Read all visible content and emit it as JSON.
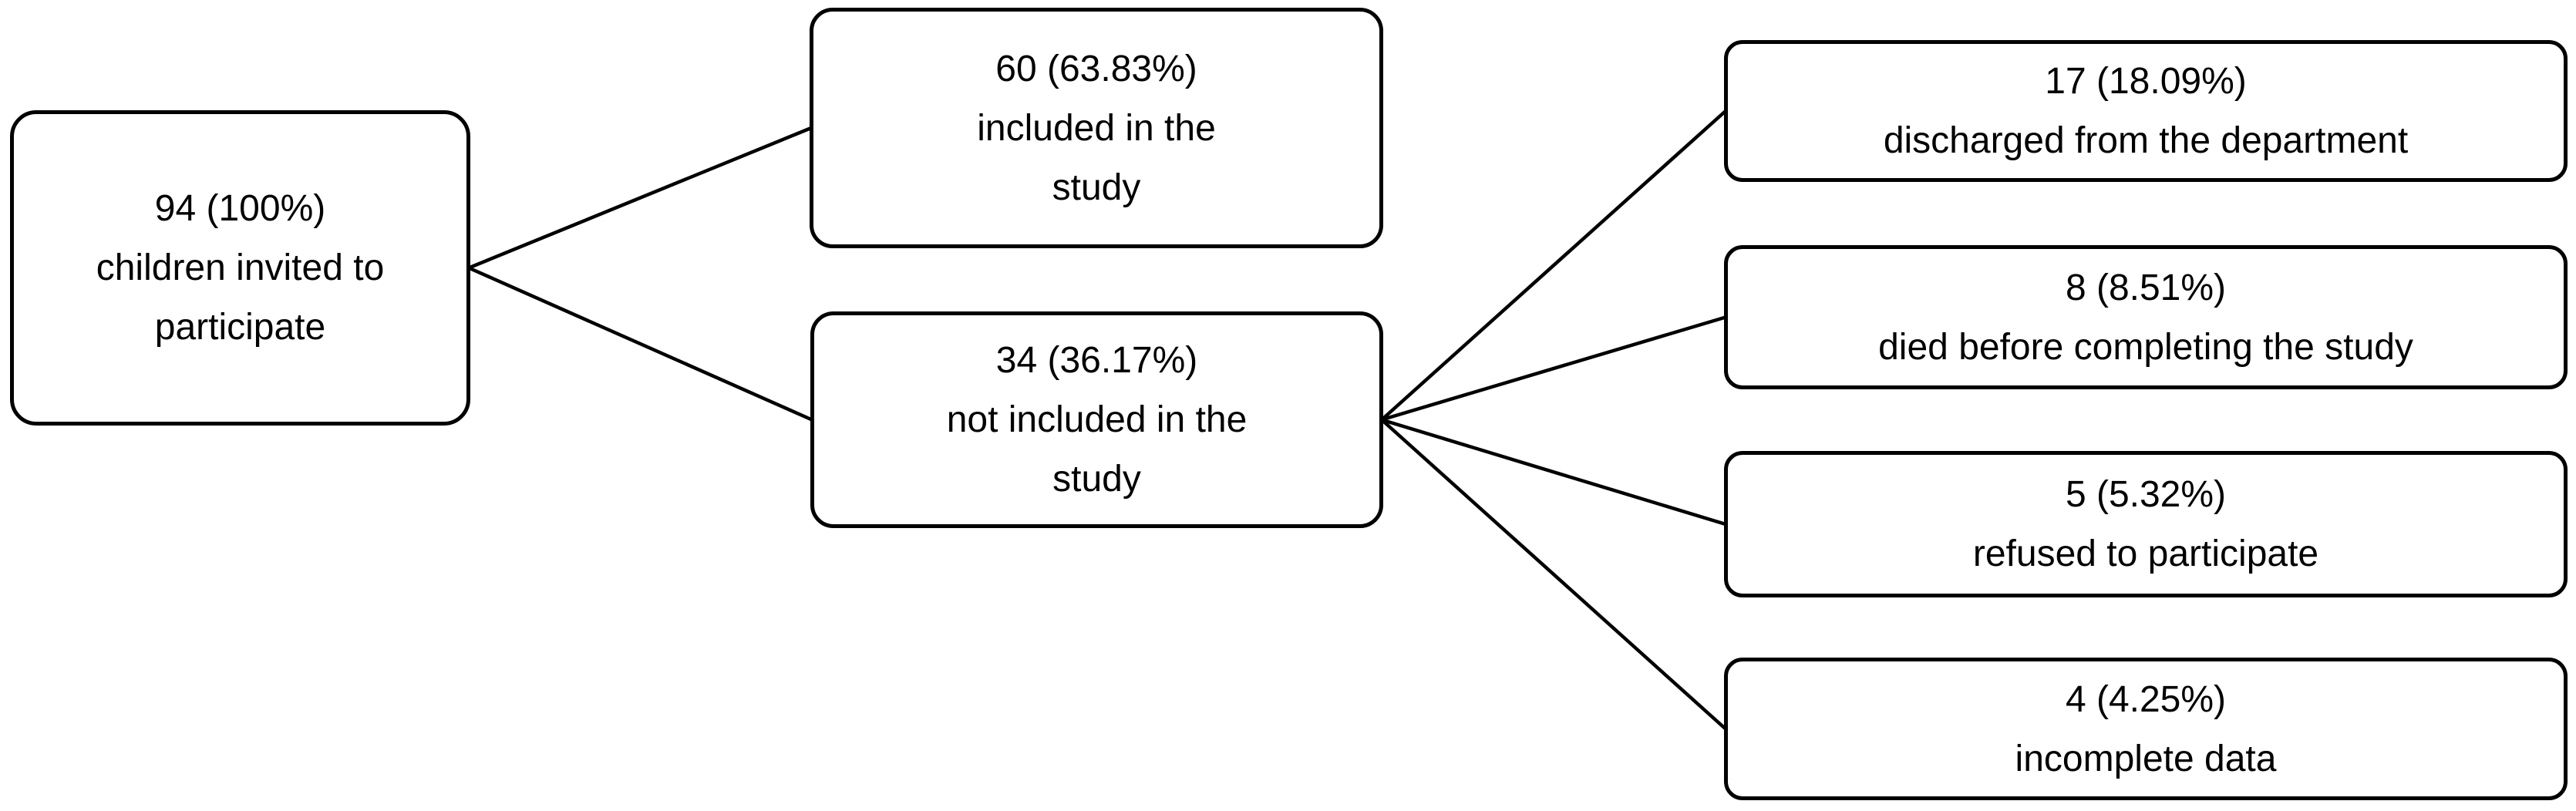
{
  "diagram": {
    "background_color": "#ffffff",
    "line_color": "#000000",
    "text_color": "#000000",
    "nodes": {
      "root": {
        "value": "94 (100%)",
        "label": "children invited to\nparticipate"
      },
      "included": {
        "value": "60 (63.83%)",
        "label": "included in the\nstudy"
      },
      "not_included": {
        "value": "34 (36.17%)",
        "label": "not included in the\nstudy"
      },
      "discharged": {
        "value": "17 (18.09%)",
        "label": "discharged from the department"
      },
      "died": {
        "value": "8 (8.51%)",
        "label": "died before completing the study"
      },
      "refused": {
        "value": "5 (5.32%)",
        "label": "refused to participate"
      },
      "incomplete": {
        "value": "4 (4.25%)",
        "label": "incomplete data"
      }
    },
    "edges": [
      {
        "from": "root",
        "to": "included"
      },
      {
        "from": "root",
        "to": "not_included"
      },
      {
        "from": "not_included",
        "to": "discharged"
      },
      {
        "from": "not_included",
        "to": "died"
      },
      {
        "from": "not_included",
        "to": "refused"
      },
      {
        "from": "not_included",
        "to": "incomplete"
      }
    ]
  }
}
